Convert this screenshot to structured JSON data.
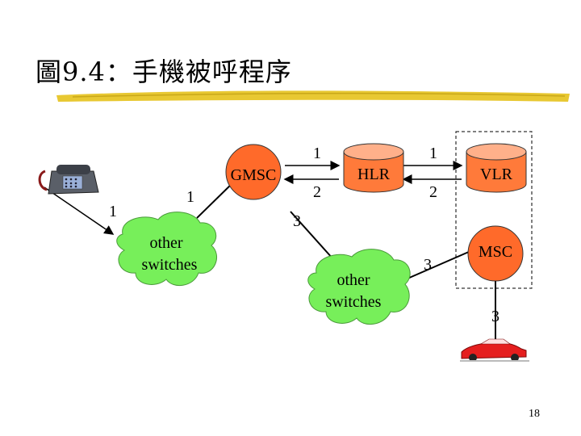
{
  "title": "圖9.4：手機被呼程序",
  "page_number": "18",
  "nodes": {
    "gmsc": "GMSC",
    "hlr": "HLR",
    "vlr": "VLR",
    "msc": "MSC",
    "cloud_left": [
      "other",
      "switches"
    ],
    "cloud_mid": [
      "other",
      "switches"
    ]
  },
  "step_labels": {
    "phone_to_cloud": "1",
    "cloud_to_gmsc": "1",
    "gmsc_to_hlr": "1",
    "hlr_to_gmsc": "2",
    "hlr_to_vlr": "1",
    "vlr_to_hlr": "2",
    "gmsc_to_cloud": "3",
    "cloud_to_msc": "3",
    "msc_to_car": "3"
  },
  "colors": {
    "node_orange": "#ff6a2a",
    "cloud_green": "#77ef5a",
    "cylinder": "#ff7a3a",
    "cylinder_top": "#ffb08a",
    "underline": "#e8c832",
    "car": "#e51e1e"
  }
}
